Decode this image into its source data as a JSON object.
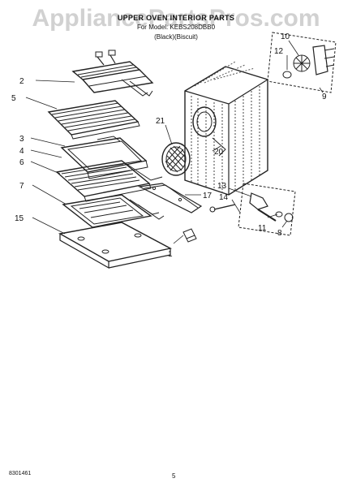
{
  "watermark": "AppliancePartsPros.com",
  "header": {
    "title": "UPPER OVEN INTERIOR PARTS",
    "model": "For Model: KEBS208DBB0",
    "note": "(Black)(Biscuit)"
  },
  "callouts": [
    "1",
    "2",
    "3",
    "4",
    "5",
    "6",
    "7",
    "8",
    "9",
    "10",
    "11",
    "12",
    "13",
    "14",
    "15",
    "17",
    "20",
    "21"
  ],
  "footer": {
    "code": "8301461",
    "page": "5"
  }
}
